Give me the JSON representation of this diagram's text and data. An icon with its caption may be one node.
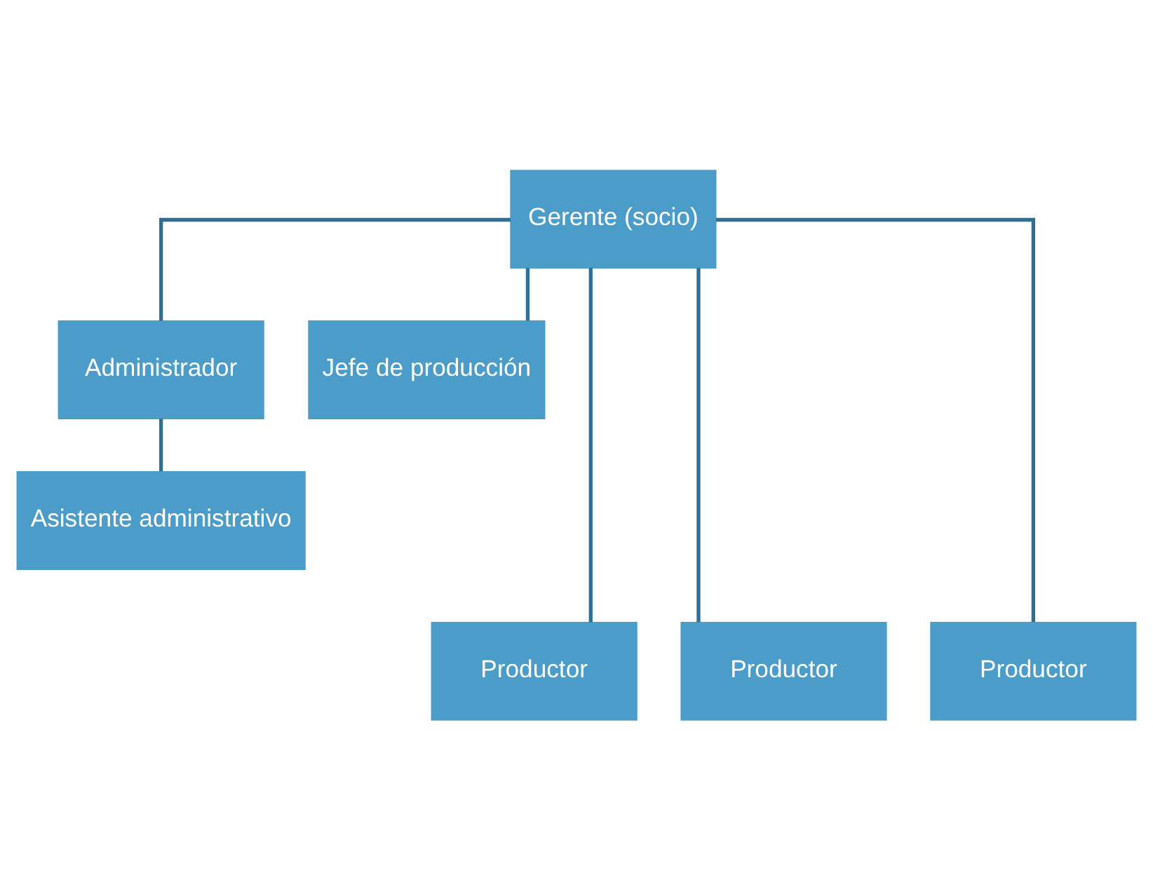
{
  "diagram": {
    "nodes": [
      {
        "text": [
          "Gerente (socio)"
        ]
      },
      {
        "text": [
          "Administrador"
        ]
      },
      {
        "text": [
          "Jefe de producción"
        ]
      },
      {
        "text": [
          "Asistente administrativo"
        ]
      },
      {
        "text": [
          "Productor"
        ]
      },
      {
        "text": [
          "Productor"
        ]
      },
      {
        "text": [
          "Productor"
        ]
      }
    ],
    "edges": [
      {
        "from": 0,
        "to": 1,
        "arrow": "none"
      },
      {
        "from": 0,
        "to": 2,
        "arrow": "none"
      },
      {
        "from": 1,
        "to": 3,
        "arrow": "none"
      },
      {
        "from": 0,
        "to": 4,
        "arrow": "none"
      },
      {
        "from": 0,
        "to": 5,
        "arrow": "none"
      },
      {
        "from": 0,
        "to": 6,
        "arrow": "none"
      }
    ]
  }
}
